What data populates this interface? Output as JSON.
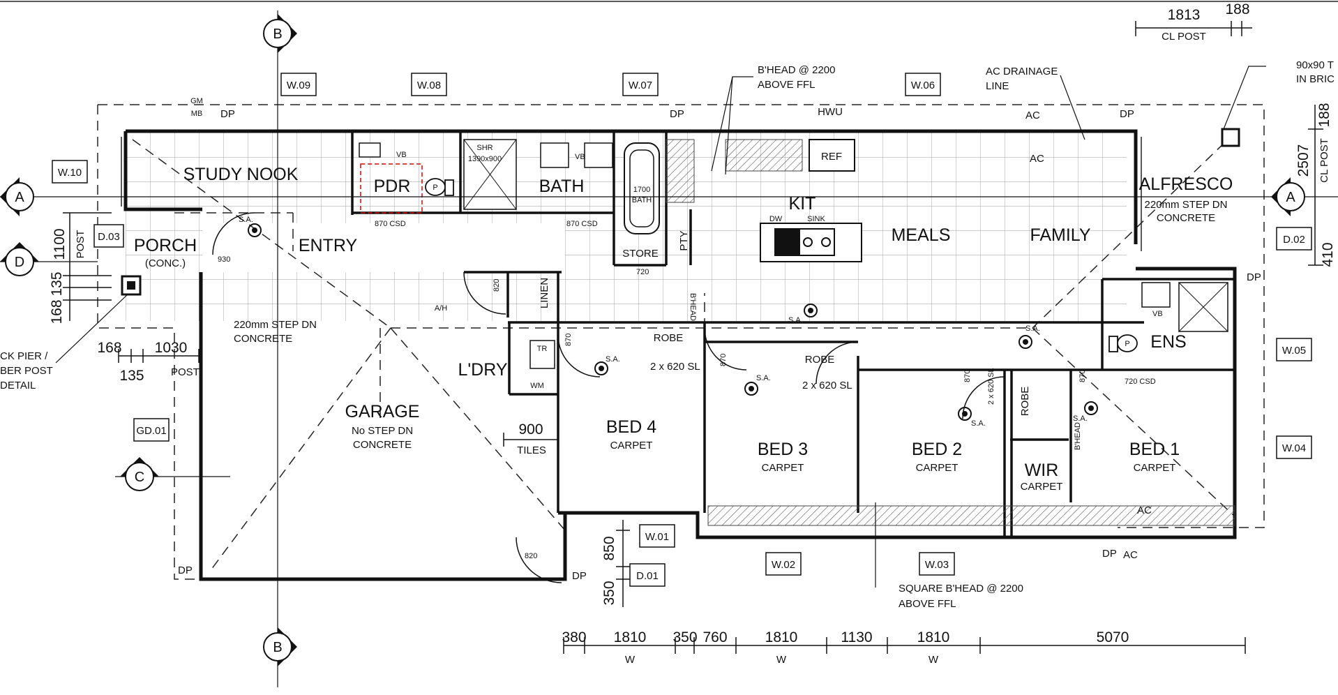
{
  "rooms": {
    "study_nook": "STUDY NOOK",
    "pdr": "PDR",
    "bath": "BATH",
    "kit": "KIT",
    "meals": "MEALS",
    "family": "FAMILY",
    "alfresco": "ALFRESCO",
    "alfresco_note": "220mm STEP DN",
    "alfresco_note2": "CONCRETE",
    "porch": "PORCH",
    "porch_sub": "(CONC.)",
    "entry": "ENTRY",
    "garage": "GARAGE",
    "garage_note": "No STEP DN",
    "garage_note2": "CONCRETE",
    "ldry": "L'DRY",
    "bed4": "BED 4",
    "bed3": "BED 3",
    "bed2": "BED 2",
    "bed1": "BED 1",
    "wir": "WIR",
    "carpet": "CARPET",
    "ens": "ENS",
    "store": "STORE",
    "pty": "PTY",
    "linen": "LINEN",
    "robe": "ROBE",
    "ref": "REF",
    "ah": "A/H",
    "shr": "SHR",
    "shr_size": "1390x900",
    "bath_tub": "1700",
    "bath_tub2": "BATH",
    "vb": "VB",
    "dw": "DW",
    "sink": "SINK",
    "wm": "WM",
    "tr": "TR",
    "sa": "S.A.",
    "dp": "DP",
    "ac": "AC",
    "hwu": "HWU",
    "gm": "GM",
    "mb": "MB",
    "p": "P",
    "csd_870": "870 CSD",
    "csd_720": "720 CSD",
    "sl_620": "2 x 620 SL",
    "step_dn": "220mm STEP DN",
    "step_dn2": "CONCRETE",
    "tiles": "TILES",
    "bhead": "B'HEAD",
    "post": "POST"
  },
  "tags": {
    "w01": "W.01",
    "w02": "W.02",
    "w03": "W.03",
    "w04": "W.04",
    "w05": "W.05",
    "w06": "W.06",
    "w07": "W.07",
    "w08": "W.08",
    "w09": "W.09",
    "w10": "W.10",
    "d01": "D.01",
    "d02": "D.02",
    "d03": "D.03",
    "gd01": "GD.01"
  },
  "sections": {
    "a": "A",
    "b": "B",
    "c": "C",
    "d": "D"
  },
  "notes": {
    "bhead1": "B'HEAD @ 2200",
    "bhead2": "ABOVE FFL",
    "ac_drain1": "AC DRAINAGE",
    "ac_drain2": "LINE",
    "sq_bhead1": "SQUARE B'HEAD @ 2200",
    "sq_bhead2": "ABOVE FFL",
    "post_90_1": "90x90 T",
    "post_90_2": "IN BRIC",
    "pier1": "CK PIER /",
    "pier2": "BER POST",
    "pier3": "DETAIL",
    "cl_post": "CL POST"
  },
  "dimensions": {
    "top_1813": "1813",
    "top_188": "188",
    "right_188": "188",
    "right_2507": "2507",
    "right_410": "410",
    "left_1100": "1100",
    "left_135": "135",
    "left_168": "168",
    "porch_168": "168",
    "porch_135": "135",
    "porch_1030": "1030",
    "tiles_900": "900",
    "d01_850": "850",
    "d01_350": "350",
    "door_820": "820",
    "door_870": "870",
    "door_720": "720",
    "door_930": "930",
    "bottom": [
      "380",
      "1810",
      "350",
      "760",
      "1810",
      "1130",
      "1810",
      "5070"
    ],
    "w": "W"
  }
}
